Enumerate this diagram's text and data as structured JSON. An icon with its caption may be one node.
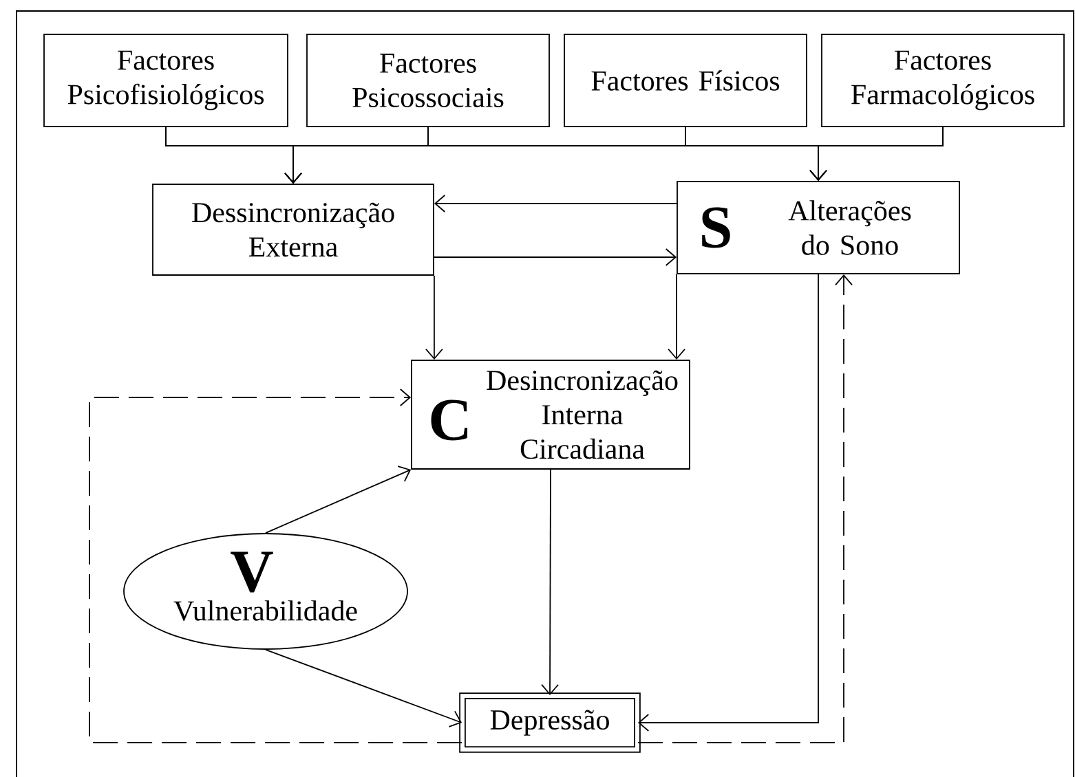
{
  "diagram": {
    "nodes": [
      {
        "text": [
          "Factores Psicofisiológicos"
        ]
      },
      {
        "text": [
          "Factores Psicossociais"
        ]
      },
      {
        "text": [
          "Factores Físicos"
        ]
      },
      {
        "text": [
          "Factores Farmacológicos"
        ]
      },
      {
        "text": [
          "Dessincronização Externa"
        ]
      },
      {
        "text": [
          "S",
          "Alterações do Sono"
        ]
      },
      {
        "text": [
          "C",
          "Desincronização Interna Circadiana"
        ]
      },
      {
        "text": [
          "V",
          "Vulnerabilidade"
        ]
      },
      {
        "text": [
          "Depressão"
        ]
      }
    ],
    "edges": [
      {
        "from": 0,
        "to": 4,
        "arrow": "to"
      },
      {
        "from": 1,
        "to": 4,
        "arrow": "to"
      },
      {
        "from": 2,
        "to": 4,
        "arrow": "to"
      },
      {
        "from": 3,
        "to": 4,
        "arrow": "to"
      },
      {
        "from": 0,
        "to": 5,
        "arrow": "to"
      },
      {
        "from": 1,
        "to": 5,
        "arrow": "to"
      },
      {
        "from": 2,
        "to": 5,
        "arrow": "to"
      },
      {
        "from": 3,
        "to": 5,
        "arrow": "to"
      },
      {
        "from": 5,
        "to": 4,
        "arrow": "to"
      },
      {
        "from": 4,
        "to": 5,
        "arrow": "to"
      },
      {
        "from": 4,
        "to": 6,
        "arrow": "to"
      },
      {
        "from": 5,
        "to": 6,
        "arrow": "to"
      },
      {
        "from": 6,
        "to": 8,
        "arrow": "to"
      },
      {
        "from": 5,
        "to": 8,
        "arrow": "to"
      },
      {
        "from": 8,
        "to": 5,
        "arrow": "to",
        "style": "dashed"
      },
      {
        "from": 8,
        "to": 6,
        "arrow": "to",
        "style": "dashed"
      },
      {
        "from": 7,
        "to": 6,
        "arrow": "to"
      },
      {
        "from": 7,
        "to": 8,
        "arrow": "to"
      }
    ]
  }
}
